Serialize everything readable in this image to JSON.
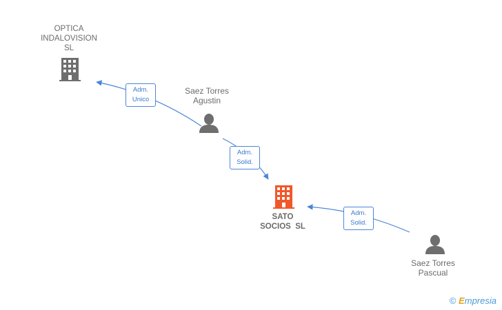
{
  "nodes": {
    "optica": {
      "line1": "OPTICA",
      "line2": "INDALOVISION",
      "line3": "SL",
      "icon": "building-icon",
      "color": "#6e6e6e"
    },
    "sato": {
      "line1": "SATO",
      "line2": "SOCIOS  SL",
      "icon": "building-icon",
      "color": "#f0582a"
    },
    "agustin": {
      "line1": "Saez Torres",
      "line2": "Agustin",
      "icon": "person-icon",
      "color": "#6e6e6e"
    },
    "pascual": {
      "line1": "Saez Torres",
      "line2": "Pascual",
      "icon": "person-icon",
      "color": "#6e6e6e"
    }
  },
  "edges": {
    "agustin_optica": {
      "line1": "Adm.",
      "line2": "Unico"
    },
    "agustin_sato": {
      "line1": "Adm.",
      "line2": "Solid."
    },
    "pascual_sato": {
      "line1": "Adm.",
      "line2": "Solid."
    }
  },
  "footer": {
    "copyright": "©",
    "brand_initial": "E",
    "brand_rest": "mpresia"
  },
  "colors": {
    "edge": "#4a86d8",
    "node_grey": "#6e6e6e",
    "node_highlight": "#f0582a"
  }
}
